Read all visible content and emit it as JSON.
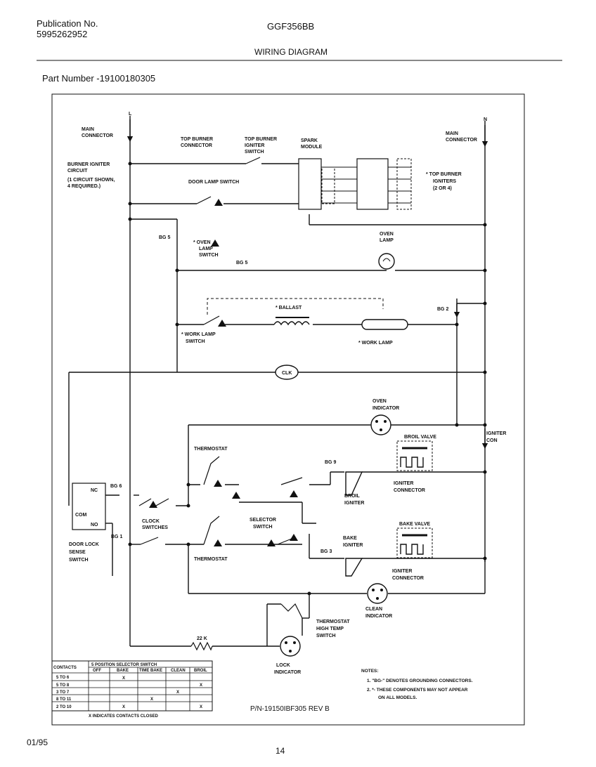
{
  "header": {
    "publication_label": "Publication No.",
    "publication_number": "5995262952",
    "model": "GGF356BB",
    "title": "WIRING DIAGRAM",
    "part_number": "Part Number -19100180305"
  },
  "diagram": {
    "labels": {
      "L": "L",
      "N": "N",
      "main_connector_left": [
        "MAIN",
        "CONNECTOR"
      ],
      "main_connector_right": [
        "MAIN",
        "CONNECTOR"
      ],
      "burner_igniter": [
        "BURNER IGNITER",
        "CIRCUIT",
        "(1 CIRCUIT SHOWN,",
        "4 REQUIRED.)"
      ],
      "top_burner_connector": [
        "TOP BURNER",
        "CONNECTOR"
      ],
      "top_burner_igniter_switch": [
        "TOP BURNER",
        "IGNITER",
        "SWITCH"
      ],
      "spark_module": [
        "SPARK",
        "MODULE"
      ],
      "top_burner_igniters": [
        "* TOP BURNER",
        "IGNITERS",
        "(2 OR 4)"
      ],
      "door_lamp_switch": "DOOR LAMP SWITCH",
      "oven_lamp": [
        "OVEN",
        "LAMP"
      ],
      "bg5_a": "BG 5",
      "bg5_b": "BG 5",
      "oven_lamp_switch": [
        "* OVEN",
        "LAMP",
        "SWITCH"
      ],
      "ballast": "* BALLAST",
      "bg2": "BG 2",
      "work_lamp_switch": [
        "* WORK LAMP",
        "SWITCH"
      ],
      "work_lamp": "* WORK LAMP",
      "clk": "CLK",
      "oven_indicator": [
        "OVEN",
        "INDICATOR"
      ],
      "igniter_con": [
        "IGNITER",
        "CON"
      ],
      "broil_valve": "BROIL VALVE",
      "thermostat_top": "THERMOSTAT",
      "bg6": "BG 6",
      "bg9": "BG 9",
      "igniter_connector_a": [
        "IGNITER",
        "CONNECTOR"
      ],
      "broil_igniter": [
        "BROIL",
        "IGNITER"
      ],
      "clock_switches": [
        "CLOCK",
        "SWITCHES"
      ],
      "selector_switch": [
        "SELECTOR",
        "SWITCH"
      ],
      "bake_valve": "BAKE VALVE",
      "bg1": "BG 1",
      "bake_igniter": [
        "BAKE",
        "IGNITER"
      ],
      "bg3": "BG 3",
      "thermostat_bottom": "THERMOSTAT",
      "igniter_connector_b": [
        "IGNITER",
        "CONNECTOR"
      ],
      "door_lock_sense": [
        "DOOR LOCK",
        "SENSE",
        "SWITCH"
      ],
      "nc": "NC",
      "com": "COM",
      "no": "NO",
      "clean_indicator": [
        "CLEAN",
        "INDICATOR"
      ],
      "thermostat_high_temp": [
        "THERMOSTAT",
        "HIGH TEMP",
        "SWITCH"
      ],
      "resistor": "22 K",
      "lock_indicator": [
        "LOCK",
        "INDICATOR"
      ]
    },
    "contact_table": {
      "col1_header": "CONTACTS",
      "group_header": "5 POSITION SELECTOR SWITCH",
      "columns": [
        "OFF",
        "BAKE",
        "TIME BAKE",
        "CLEAN",
        "BROIL"
      ],
      "rows": [
        {
          "contact": "5 TO 6",
          "marks": [
            "",
            "X",
            "",
            "",
            ""
          ]
        },
        {
          "contact": "5 TO 8",
          "marks": [
            "",
            "",
            "",
            "",
            "X"
          ]
        },
        {
          "contact": "3 TO 7",
          "marks": [
            "",
            "",
            "",
            "X",
            ""
          ]
        },
        {
          "contact": "8 TO 11",
          "marks": [
            "",
            "",
            "X",
            "",
            ""
          ]
        },
        {
          "contact": "2 TO 10",
          "marks": [
            "",
            "X",
            "",
            "",
            "X"
          ]
        }
      ],
      "footnote": "X INDICATES CONTACTS CLOSED"
    },
    "notes": {
      "title": "NOTES:",
      "items": [
        "1. \"BG-\" DENOTES GROUNDING CONNECTORS.",
        "2. *- THESE COMPONENTS MAY NOT APPEAR",
        "ON ALL MODELS."
      ]
    },
    "pn": "P/N-19150IBF305   REV B"
  },
  "footer": {
    "date": "01/95",
    "page": "14"
  }
}
